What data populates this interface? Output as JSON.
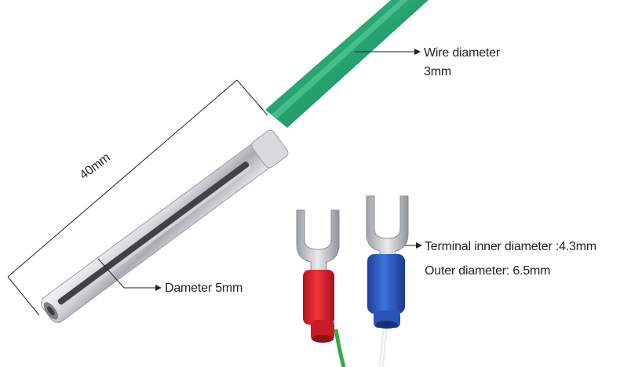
{
  "labels": {
    "wire_diameter_title": "Wire diameter",
    "wire_diameter_value": "3mm",
    "terminal_inner": "Terminal inner diameter :4.3mm",
    "outer_diameter": "Outer diameter: 6.5mm",
    "probe_diameter": "Dameter 5mm",
    "probe_length": "40mm"
  },
  "colors": {
    "cable_green": "#2aa876",
    "probe_steel": "#c9ccd0",
    "terminal_red": "#e3232c",
    "terminal_blue": "#2f5fc8",
    "lead_green": "#3aa84a",
    "lead_white": "#f2f2f2",
    "text": "#222222"
  }
}
